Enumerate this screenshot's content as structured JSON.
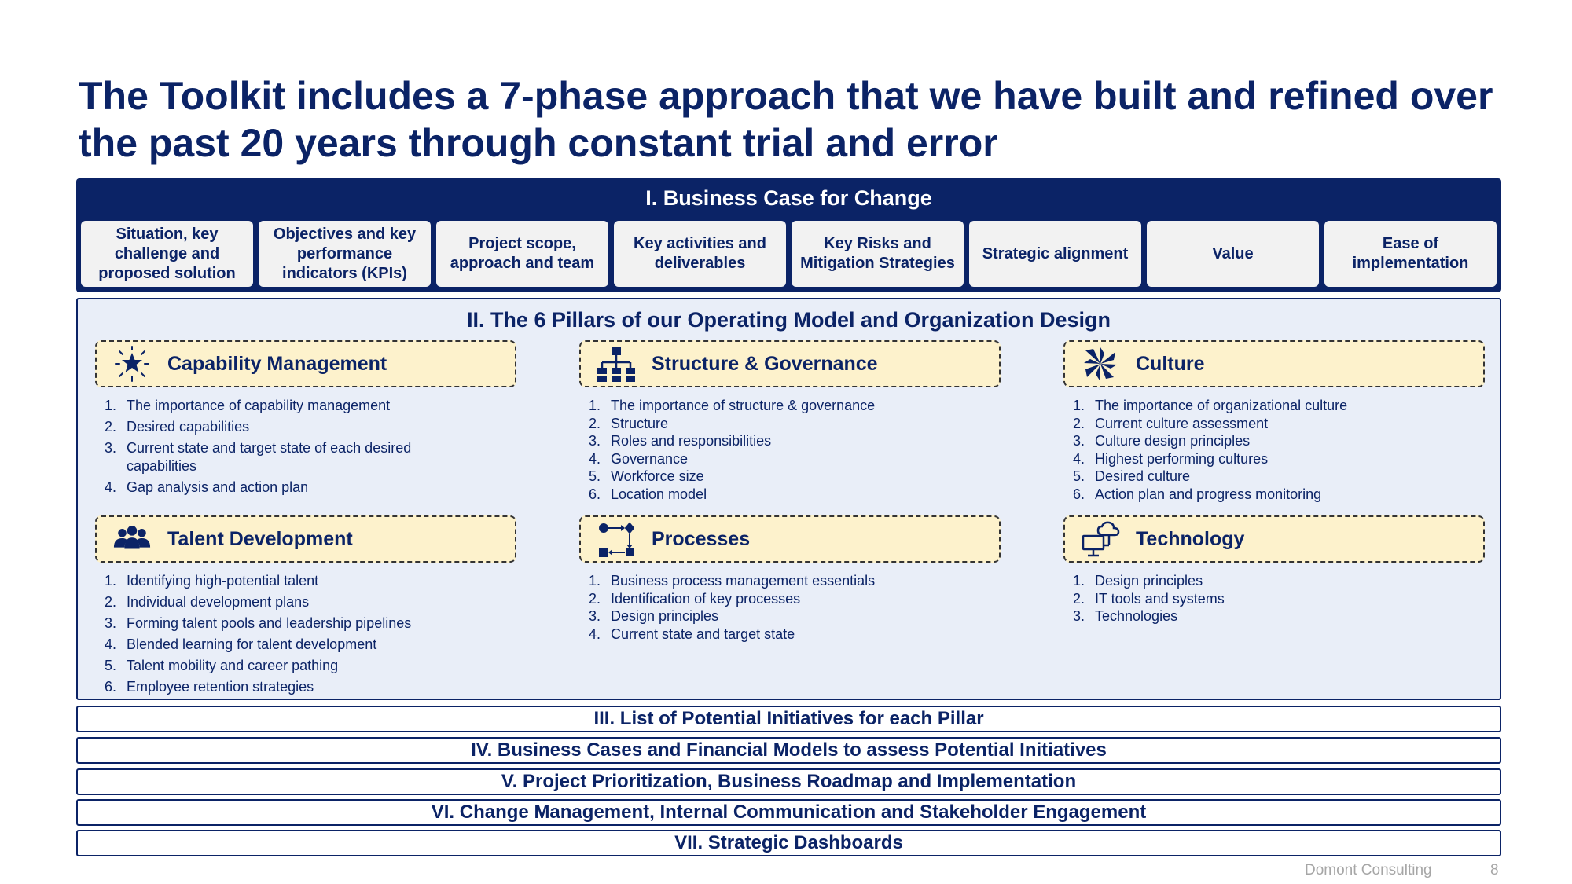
{
  "title": "The Toolkit includes a 7-phase approach that we have built and refined over the past 20 years through constant trial and error",
  "phase1": {
    "title": "I. Business Case for Change",
    "boxes": [
      "Situation, key challenge and proposed solution",
      "Objectives and key performance indicators (KPIs)",
      "Project scope, approach and team",
      "Key activities and deliverables",
      "Key Risks and Mitigation Strategies",
      "Strategic alignment",
      "Value",
      "Ease of implementation"
    ]
  },
  "phase2": {
    "title": "II. The 6 Pillars of our Operating Model and Organization Design",
    "pillars": [
      {
        "name": "Capability Management",
        "icon": "star-burst-icon",
        "items": [
          "The importance of capability management",
          "Desired capabilities",
          "Current state and target state of each desired capabilities",
          "Gap analysis and action plan"
        ]
      },
      {
        "name": "Structure & Governance",
        "icon": "org-chart-icon",
        "items": [
          "The importance of structure & governance",
          "Structure",
          "Roles and responsibilities",
          "Governance",
          "Workforce size",
          "Location model"
        ]
      },
      {
        "name": "Culture",
        "icon": "arrows-converge-icon",
        "items": [
          "The importance of organizational culture",
          "Current culture assessment",
          "Culture design principles",
          "Highest performing cultures",
          "Desired culture",
          "Action plan and progress monitoring"
        ]
      },
      {
        "name": "Talent Development",
        "icon": "people-group-icon",
        "items": [
          "Identifying high-potential talent",
          "Individual development plans",
          "Forming talent pools and leadership pipelines",
          "Blended learning for talent development",
          "Talent mobility and career pathing",
          "Employee retention strategies"
        ]
      },
      {
        "name": "Processes",
        "icon": "process-flow-icon",
        "items": [
          "Business process management essentials",
          "Identification of key processes",
          "Design principles",
          "Current state and target state"
        ]
      },
      {
        "name": "Technology",
        "icon": "cloud-computer-icon",
        "items": [
          "Design principles",
          "IT tools and systems",
          "Technologies"
        ]
      }
    ]
  },
  "phases": [
    "III. List of Potential Initiatives for each Pillar",
    "IV. Business Cases and Financial Models to assess Potential Initiatives",
    "V. Project Prioritization, Business Roadmap and Implementation",
    "VI. Change Management, Internal Communication and Stakeholder Engagement",
    "VII. Strategic Dashboards"
  ],
  "footer": {
    "brand": "Domont Consulting",
    "page": "8"
  }
}
